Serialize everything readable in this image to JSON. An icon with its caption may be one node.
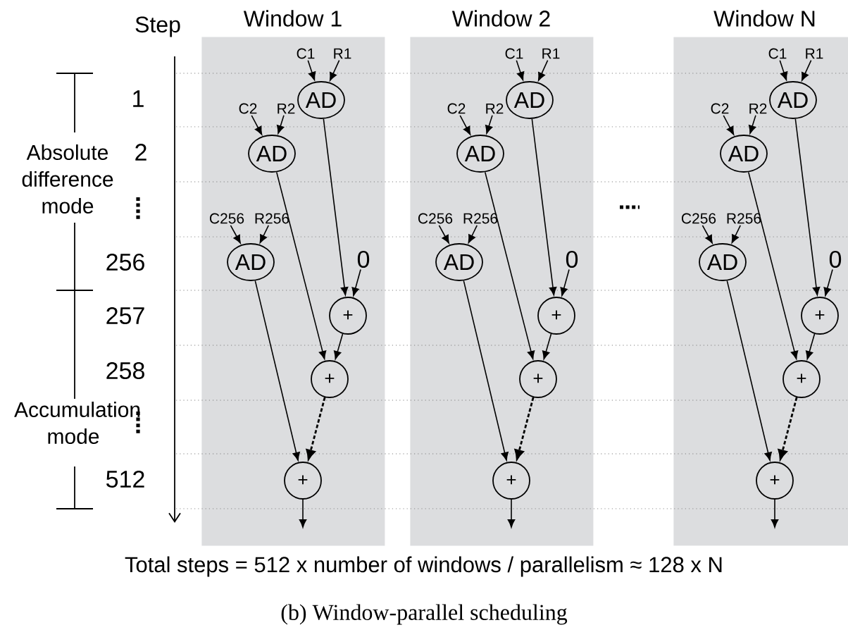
{
  "diagram": {
    "caption": "(b) Window-parallel scheduling",
    "nodes": [
      {
        "text": [
          "Window 1"
        ]
      },
      {
        "text": [
          "C1"
        ],
        "in": 0
      },
      {
        "text": [
          "R1"
        ],
        "in": 0
      },
      {
        "text": [
          "AD"
        ],
        "in": 0
      },
      {
        "text": [
          "C2"
        ],
        "in": 0
      },
      {
        "text": [
          "R2"
        ],
        "in": 0
      },
      {
        "text": [
          "AD"
        ],
        "in": 0
      },
      {
        "text": [
          "C256"
        ],
        "in": 0
      },
      {
        "text": [
          "R256"
        ],
        "in": 0
      },
      {
        "text": [
          "AD"
        ],
        "in": 0
      },
      {
        "text": [
          "0"
        ],
        "in": 0
      },
      {
        "text": [
          "+"
        ],
        "in": 0
      },
      {
        "text": [
          "+"
        ],
        "in": 0
      },
      {
        "text": [
          "+"
        ],
        "in": 0
      },
      {
        "text": [
          "Window 2"
        ]
      },
      {
        "text": [
          "C1"
        ],
        "in": 14
      },
      {
        "text": [
          "R1"
        ],
        "in": 14
      },
      {
        "text": [
          "AD"
        ],
        "in": 14
      },
      {
        "text": [
          "C2"
        ],
        "in": 14
      },
      {
        "text": [
          "R2"
        ],
        "in": 14
      },
      {
        "text": [
          "AD"
        ],
        "in": 14
      },
      {
        "text": [
          "C256"
        ],
        "in": 14
      },
      {
        "text": [
          "R256"
        ],
        "in": 14
      },
      {
        "text": [
          "AD"
        ],
        "in": 14
      },
      {
        "text": [
          "0"
        ],
        "in": 14
      },
      {
        "text": [
          "+"
        ],
        "in": 14
      },
      {
        "text": [
          "+"
        ],
        "in": 14
      },
      {
        "text": [
          "+"
        ],
        "in": 14
      },
      {
        "text": [
          "Window N"
        ]
      },
      {
        "text": [
          "C1"
        ],
        "in": 28
      },
      {
        "text": [
          "R1"
        ],
        "in": 28
      },
      {
        "text": [
          "AD"
        ],
        "in": 28
      },
      {
        "text": [
          "C2"
        ],
        "in": 28
      },
      {
        "text": [
          "R2"
        ],
        "in": 28
      },
      {
        "text": [
          "AD"
        ],
        "in": 28
      },
      {
        "text": [
          "C256"
        ],
        "in": 28
      },
      {
        "text": [
          "R256"
        ],
        "in": 28
      },
      {
        "text": [
          "AD"
        ],
        "in": 28
      },
      {
        "text": [
          "0"
        ],
        "in": 28
      },
      {
        "text": [
          "+"
        ],
        "in": 28
      },
      {
        "text": [
          "+"
        ],
        "in": 28
      },
      {
        "text": [
          "+"
        ],
        "in": 28
      }
    ],
    "edges": [
      {
        "from": 1,
        "to": 3,
        "arrow": "to"
      },
      {
        "from": 2,
        "to": 3,
        "arrow": "to"
      },
      {
        "from": 4,
        "to": 6,
        "arrow": "to"
      },
      {
        "from": 5,
        "to": 6,
        "arrow": "to"
      },
      {
        "from": 7,
        "to": 9,
        "arrow": "to"
      },
      {
        "from": 8,
        "to": 9,
        "arrow": "to"
      },
      {
        "from": 3,
        "to": 11,
        "arrow": "to"
      },
      {
        "from": 10,
        "to": 11,
        "arrow": "to"
      },
      {
        "from": 6,
        "to": 12,
        "arrow": "to"
      },
      {
        "from": 11,
        "to": 12,
        "arrow": "to"
      },
      {
        "from": 9,
        "to": 13,
        "arrow": "to"
      },
      {
        "from": 12,
        "to": 13,
        "arrow": "to",
        "style": "dashed"
      },
      {
        "from": 13,
        "to": null,
        "arrow": "to"
      },
      {
        "from": 15,
        "to": 17,
        "arrow": "to"
      },
      {
        "from": 16,
        "to": 17,
        "arrow": "to"
      },
      {
        "from": 18,
        "to": 20,
        "arrow": "to"
      },
      {
        "from": 19,
        "to": 20,
        "arrow": "to"
      },
      {
        "from": 21,
        "to": 23,
        "arrow": "to"
      },
      {
        "from": 22,
        "to": 23,
        "arrow": "to"
      },
      {
        "from": 17,
        "to": 25,
        "arrow": "to"
      },
      {
        "from": 24,
        "to": 25,
        "arrow": "to"
      },
      {
        "from": 20,
        "to": 26,
        "arrow": "to"
      },
      {
        "from": 25,
        "to": 26,
        "arrow": "to"
      },
      {
        "from": 23,
        "to": 27,
        "arrow": "to"
      },
      {
        "from": 26,
        "to": 27,
        "arrow": "to",
        "style": "dashed"
      },
      {
        "from": 27,
        "to": null,
        "arrow": "to"
      },
      {
        "from": 29,
        "to": 31,
        "arrow": "to"
      },
      {
        "from": 30,
        "to": 31,
        "arrow": "to"
      },
      {
        "from": 32,
        "to": 34,
        "arrow": "to"
      },
      {
        "from": 33,
        "to": 34,
        "arrow": "to"
      },
      {
        "from": 35,
        "to": 37,
        "arrow": "to"
      },
      {
        "from": 36,
        "to": 37,
        "arrow": "to"
      },
      {
        "from": 31,
        "to": 39,
        "arrow": "to"
      },
      {
        "from": 38,
        "to": 39,
        "arrow": "to"
      },
      {
        "from": 34,
        "to": 40,
        "arrow": "to"
      },
      {
        "from": 39,
        "to": 40,
        "arrow": "to"
      },
      {
        "from": 37,
        "to": 41,
        "arrow": "to"
      },
      {
        "from": 40,
        "to": 41,
        "arrow": "to",
        "style": "dashed"
      },
      {
        "from": 41,
        "to": null,
        "arrow": "to"
      }
    ],
    "labels": [
      "Step",
      "1",
      "2",
      "256",
      "257",
      "258",
      "512",
      "Absolute difference mode",
      "Accumulation mode",
      "Total steps = 512 x number of windows / parallelism ≈ 128 x N"
    ]
  }
}
